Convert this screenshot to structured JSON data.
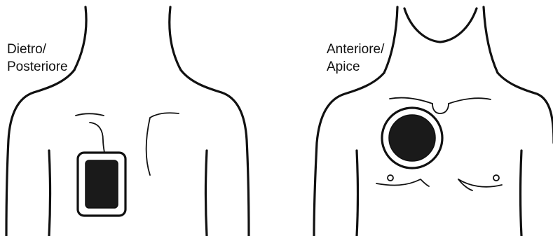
{
  "labels": {
    "back": {
      "line1": "Dietro/",
      "line2": "Posteriore"
    },
    "front": {
      "line1": "Anteriore/",
      "line2": "Apice"
    }
  },
  "colors": {
    "stroke": "#111111",
    "pad_fill": "#1a1a1a",
    "background": "#ffffff"
  }
}
